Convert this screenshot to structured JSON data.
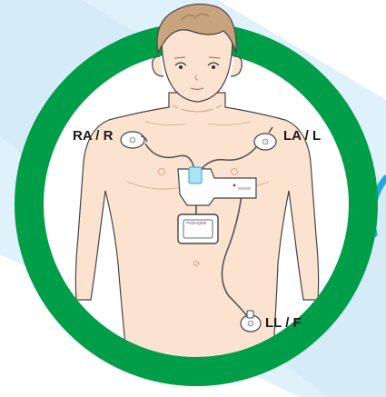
{
  "labels": {
    "right_arm": "RA / R",
    "left_arm": "LA / L",
    "left_leg": "LL / F"
  },
  "device": {
    "brand_text": "CliniQlab"
  },
  "colors": {
    "ring": "#009e49",
    "background_light": "#dff1fa",
    "skin": "#fbe3cf",
    "hair": "#c9a27e",
    "accent_blue": "#1ea7e1",
    "outline": "#444444"
  }
}
